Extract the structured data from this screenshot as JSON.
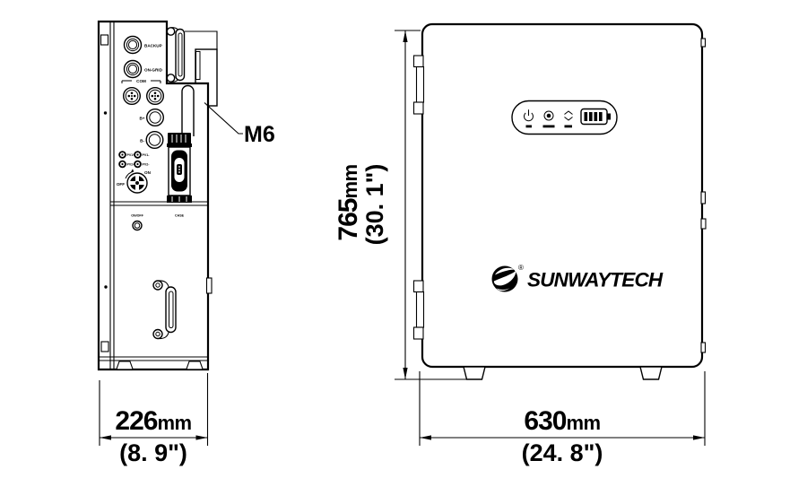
{
  "side": {
    "labels": {
      "backup": "BACKUP",
      "on_grid": "ON-GRID",
      "com": "COM",
      "b_plus": "B+",
      "b_minus": "B-",
      "pv1_plus": "PV1+",
      "pv1_minus": "PV1-",
      "pv2_plus": "PV2+",
      "pv2_minus": "PV2-",
      "sw_on": "ON",
      "sw_off": "OFF",
      "on_off": "ON/OFF",
      "case_label": "CASE"
    },
    "m6": "M6"
  },
  "front": {
    "brand": "SUNWAYTECH",
    "reg": "®",
    "indicator_icons": [
      "power-icon",
      "run-indicator-icon",
      "comm-indicator-icon",
      "battery-level-icon"
    ]
  },
  "dims": {
    "depth": {
      "v": "226",
      "u": "mm",
      "in": "(8. 9\")"
    },
    "height": {
      "v": "765",
      "u": "mm",
      "in": "(30. 1\")"
    },
    "width": {
      "v": "630",
      "u": "mm",
      "in": "(24. 8\")"
    }
  },
  "colors": {
    "line": "#000000",
    "bg": "#ffffff"
  }
}
